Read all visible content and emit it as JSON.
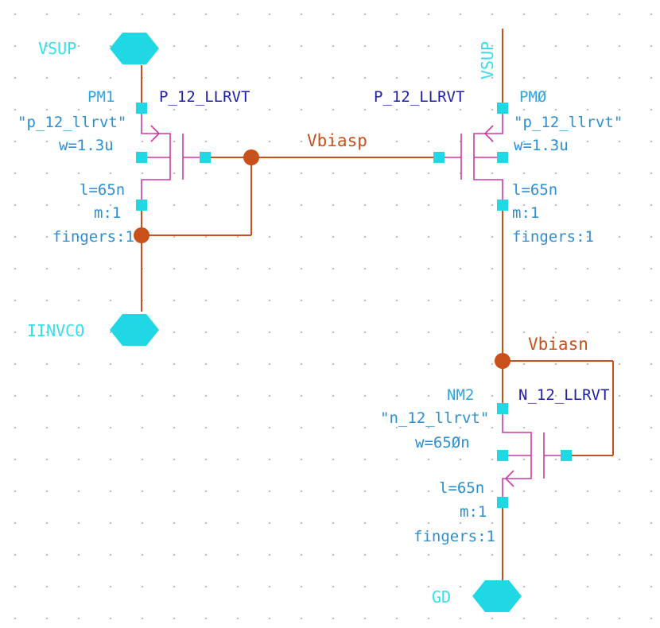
{
  "pins": {
    "vsup_left": "VSUP",
    "vsup_right": "VSUP",
    "iinvco": "IINVCO",
    "gd": "GD"
  },
  "nets": {
    "vbiasp": "Vbiasp",
    "vbiasn": "Vbiasn"
  },
  "pm1": {
    "name": "PM1",
    "cell": "P_12_LLRVT",
    "model": "\"p_12_llrvt\"",
    "w": "w=1.3u",
    "l": "l=65n",
    "m": "m:1",
    "fingers": "fingers:1"
  },
  "pm0": {
    "name": "PMØ",
    "cell": "P_12_LLRVT",
    "model": "\"p_12_llrvt\"",
    "w": "w=1.3u",
    "l": "l=65n",
    "m": "m:1",
    "fingers": "fingers:1"
  },
  "nm2": {
    "name": "NM2",
    "cell": "N_12_LLRVT",
    "model": "\"n_12_llrvt\"",
    "w": "w=65Øn",
    "l": "l=65n",
    "m": "m:1",
    "fingers": "fingers:1"
  },
  "colors": {
    "wire": "#c8501a",
    "pin": "#1fd8e4",
    "device": "#cc3aa6",
    "instance_label": "#2aa6e2",
    "cell_label": "#1e1ea8"
  }
}
